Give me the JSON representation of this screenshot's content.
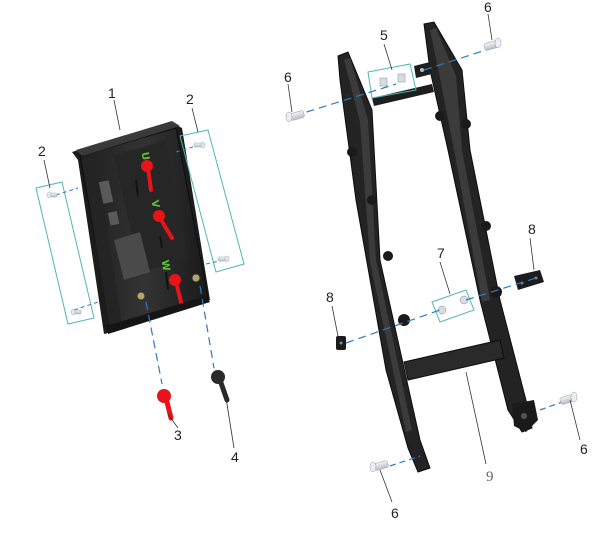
{
  "diagram": {
    "type": "exploded-parts-view",
    "colors": {
      "background": "#ffffff",
      "part_body": "#2b2b2b",
      "part_edge": "#111111",
      "terminal_cap_red": "#e8141a",
      "terminal_cap_black": "#2a2a2a",
      "phase_label": "#5bc236",
      "assembly_line": "#2e7bbf",
      "group_box": "#4fb8b0",
      "leader_line": "#333333",
      "fastener": "#d9dde2"
    },
    "phase_labels": [
      "U",
      "V",
      "W"
    ],
    "callouts": [
      {
        "id": "c1",
        "label": "1",
        "part": "motor-controller"
      },
      {
        "id": "c2a",
        "label": "2",
        "part": "controller-screws-left"
      },
      {
        "id": "c2b",
        "label": "2",
        "part": "controller-screws-right"
      },
      {
        "id": "c3",
        "label": "3",
        "part": "red-terminal-cap"
      },
      {
        "id": "c4",
        "label": "4",
        "part": "black-terminal-cap"
      },
      {
        "id": "c5",
        "label": "5",
        "part": "upper-nut-pair"
      },
      {
        "id": "c6a",
        "label": "6",
        "part": "bolt-upper-right"
      },
      {
        "id": "c6b",
        "label": "6",
        "part": "bolt-upper-left"
      },
      {
        "id": "c6c",
        "label": "6",
        "part": "bolt-lower-right"
      },
      {
        "id": "c6d",
        "label": "6",
        "part": "bolt-lower-left"
      },
      {
        "id": "c7",
        "label": "7",
        "part": "middle-nut-pair"
      },
      {
        "id": "c8a",
        "label": "8",
        "part": "clamp-left"
      },
      {
        "id": "c8b",
        "label": "8",
        "part": "clamp-right"
      },
      {
        "id": "c9",
        "label": "9",
        "part": "mounting-bracket-frame"
      }
    ]
  }
}
